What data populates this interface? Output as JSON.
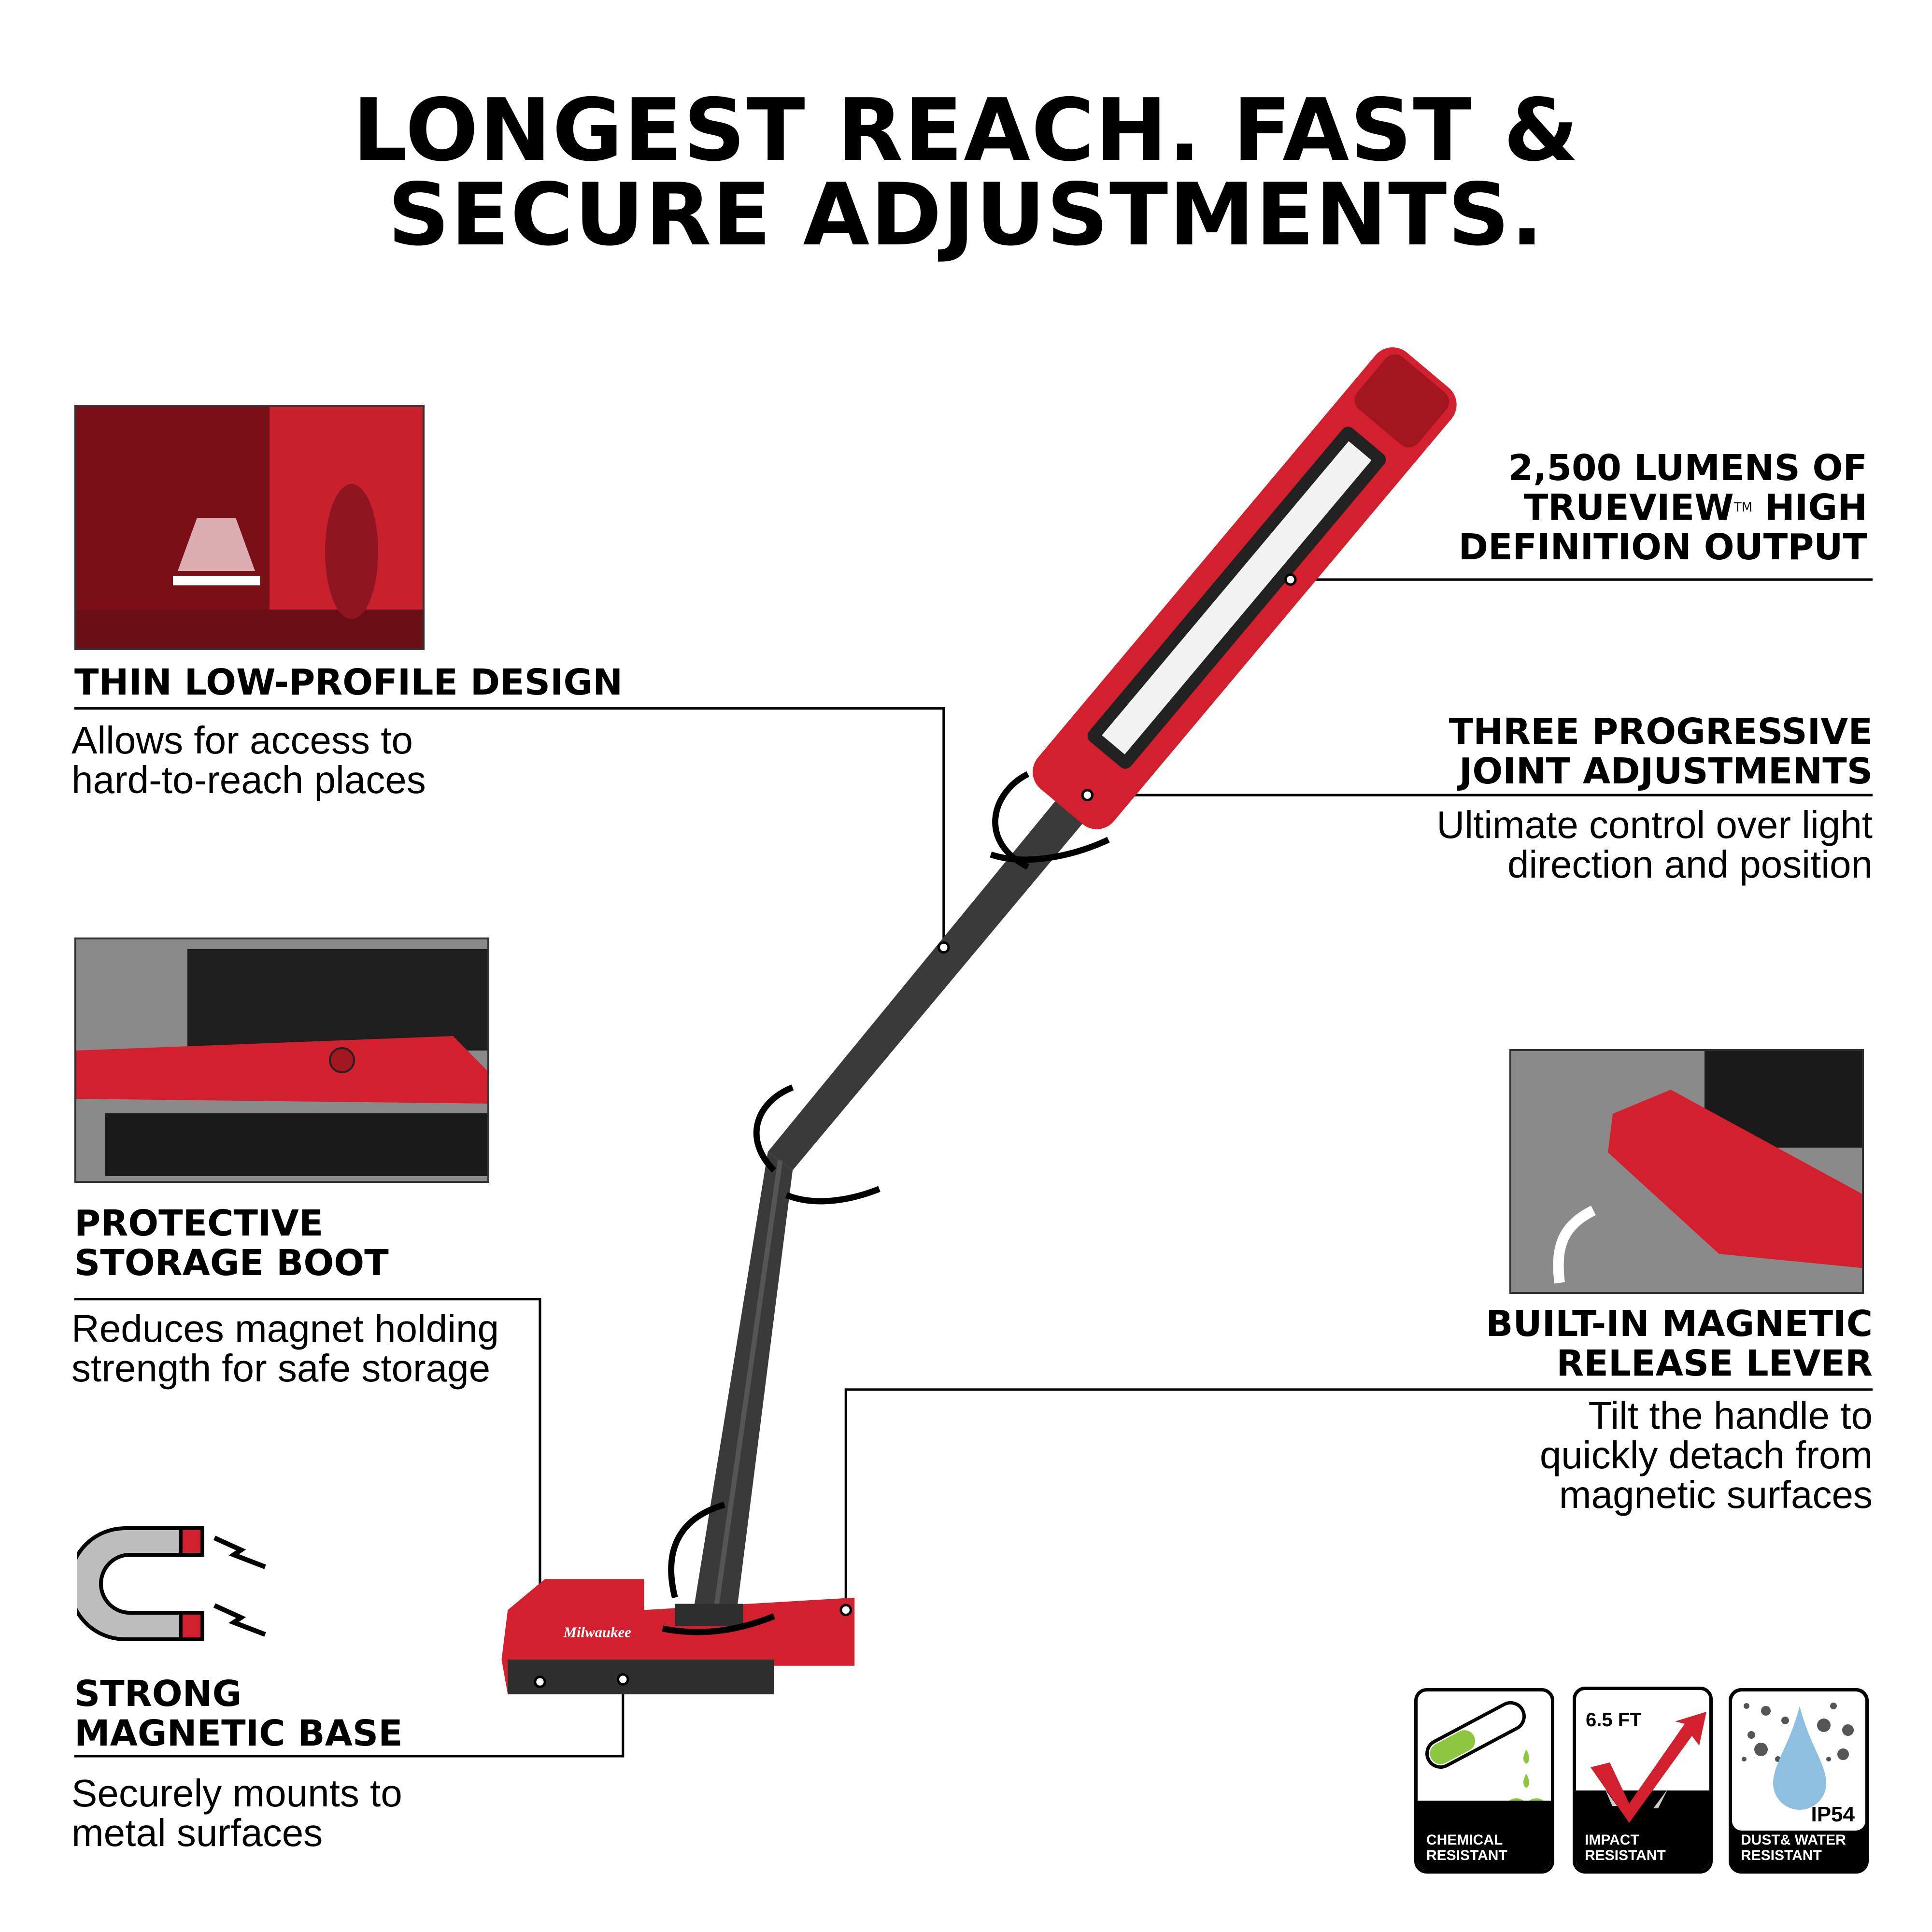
{
  "headline": {
    "line1": "LONGEST REACH. FAST &",
    "line2": "SECURE ADJUSTMENTS."
  },
  "features_left": [
    {
      "title_lines": [
        "THIN LOW-PROFILE DESIGN"
      ],
      "body_lines": [
        "Allows for access to",
        "hard-to-reach places"
      ]
    },
    {
      "title_lines": [
        "PROTECTIVE",
        "STORAGE BOOT"
      ],
      "body_lines": [
        "Reduces magnet holding",
        "strength for safe storage"
      ]
    },
    {
      "title_lines": [
        "STRONG",
        "MAGNETIC BASE"
      ],
      "body_lines": [
        "Securely mounts to",
        "metal surfaces"
      ]
    }
  ],
  "features_right": [
    {
      "title_lines": [
        "2,500 LUMENS OF",
        "TRUEVIEW",
        "HIGH",
        "DEFINITION OUTPUT"
      ],
      "trademark": "TM",
      "body_lines": []
    },
    {
      "title_lines": [
        "THREE PROGRESSIVE",
        "JOINT ADJUSTMENTS"
      ],
      "body_lines": [
        "Ultimate control over light",
        "direction and position"
      ]
    },
    {
      "title_lines": [
        "BUILT-IN MAGNETIC",
        "RELEASE LEVER"
      ],
      "body_lines": [
        "Tilt the handle to",
        "quickly detach from",
        "magnetic surfaces"
      ]
    }
  ],
  "product": {
    "brand_mark": "Milwaukee"
  },
  "badges": [
    {
      "icon": "test-tube-icon",
      "lines": [
        "CHEMICAL",
        "RESISTANT"
      ]
    },
    {
      "icon": "impact-arrow-icon",
      "top_label": "6.5 FT",
      "lines": [
        "IMPACT",
        "RESISTANT"
      ]
    },
    {
      "icon": "water-drop-dust-icon",
      "top_label": "IP54",
      "lines": [
        "DUST& WATER",
        "RESISTANT"
      ]
    }
  ],
  "colors": {
    "brand_red": "#d2202f",
    "dark": "#2b2b2b",
    "gray_bg": "#8a8a8a",
    "chem_green": "#8dc63f",
    "drop_blue": "#8fbfe0"
  }
}
